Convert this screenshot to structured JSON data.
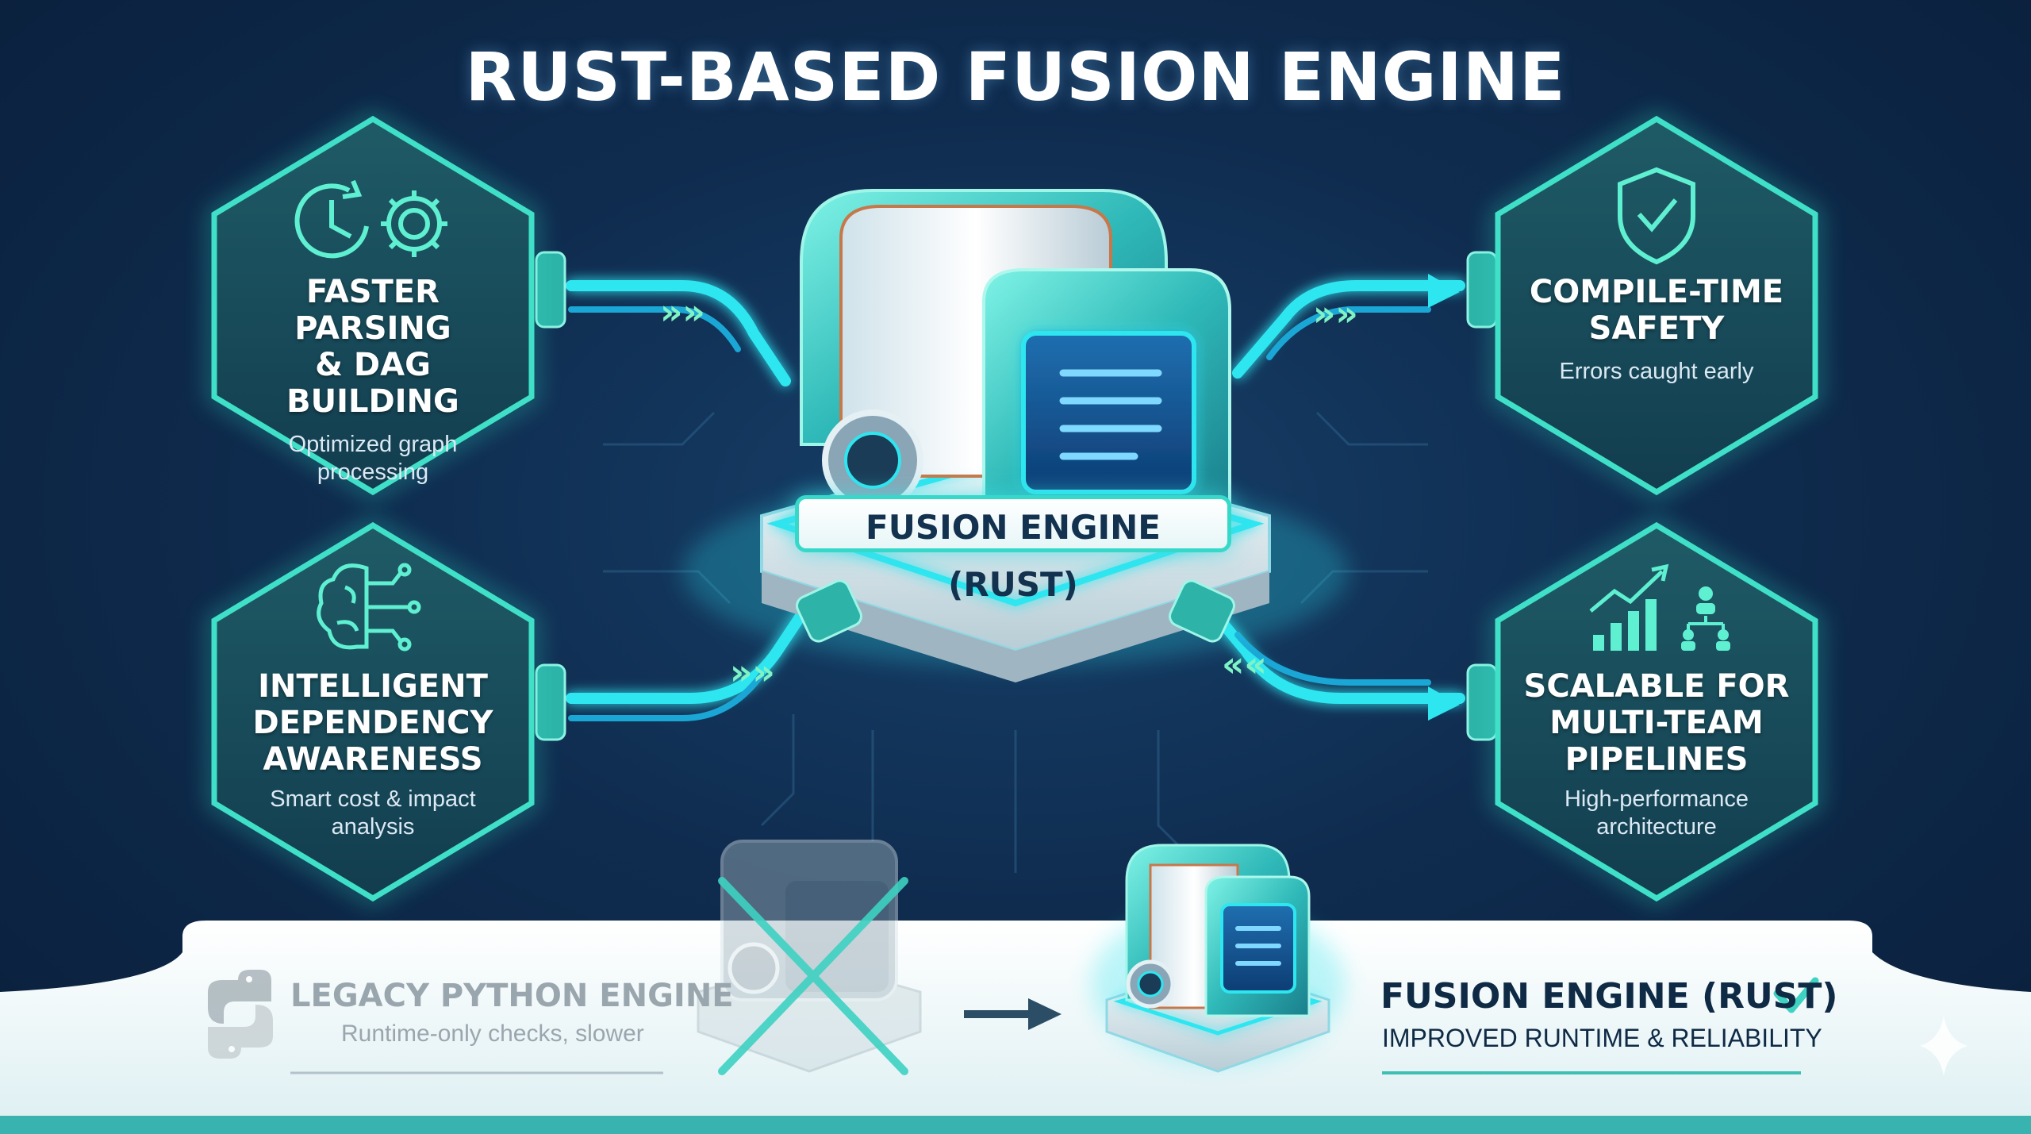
{
  "title": "RUST-BASED FUSION ENGINE",
  "features": [
    {
      "title_lines": [
        "FASTER PARSING",
        "& DAG BUILDING"
      ],
      "subtitle_lines": [
        "Optimized graph",
        "processing"
      ],
      "icons": [
        "clock-icon",
        "gear-icon"
      ]
    },
    {
      "title_lines": [
        "COMPILE-TIME",
        "SAFETY"
      ],
      "subtitle_lines": [
        "Errors caught early"
      ],
      "icons": [
        "shield-check-icon"
      ]
    },
    {
      "title_lines": [
        "INTELLIGENT",
        "DEPENDENCY",
        "AWARENESS"
      ],
      "subtitle_lines": [
        "Smart cost & impact",
        "analysis"
      ],
      "icons": [
        "brain-circuit-icon"
      ]
    },
    {
      "title_lines": [
        "SCALABLE FOR",
        "MULTI-TEAM",
        "PIPELINES"
      ],
      "subtitle_lines": [
        "High-performance",
        "architecture"
      ],
      "icons": [
        "bar-chart-growth-icon",
        "team-hierarchy-icon"
      ]
    }
  ],
  "engine_label": "FUSION ENGINE (RUST)",
  "comparison": {
    "legacy_title": "LEGACY PYTHON ENGINE",
    "legacy_subtitle": "Runtime-only checks, slower",
    "new_title": "FUSION ENGINE (RUST)",
    "new_subtitle": "IMPROVED RUNTIME & RELIABILITY",
    "legacy_icon": "python-logo-icon",
    "arrow_icon": "arrow-right-icon",
    "check_icon": "checkmark-icon"
  },
  "colors": {
    "background": "#0f2c4f",
    "accent_teal": "#36d9c9",
    "glow_cyan": "#2ee6f0",
    "panel_fill": "#1c4e5e",
    "text_dark": "#0f2a45"
  }
}
